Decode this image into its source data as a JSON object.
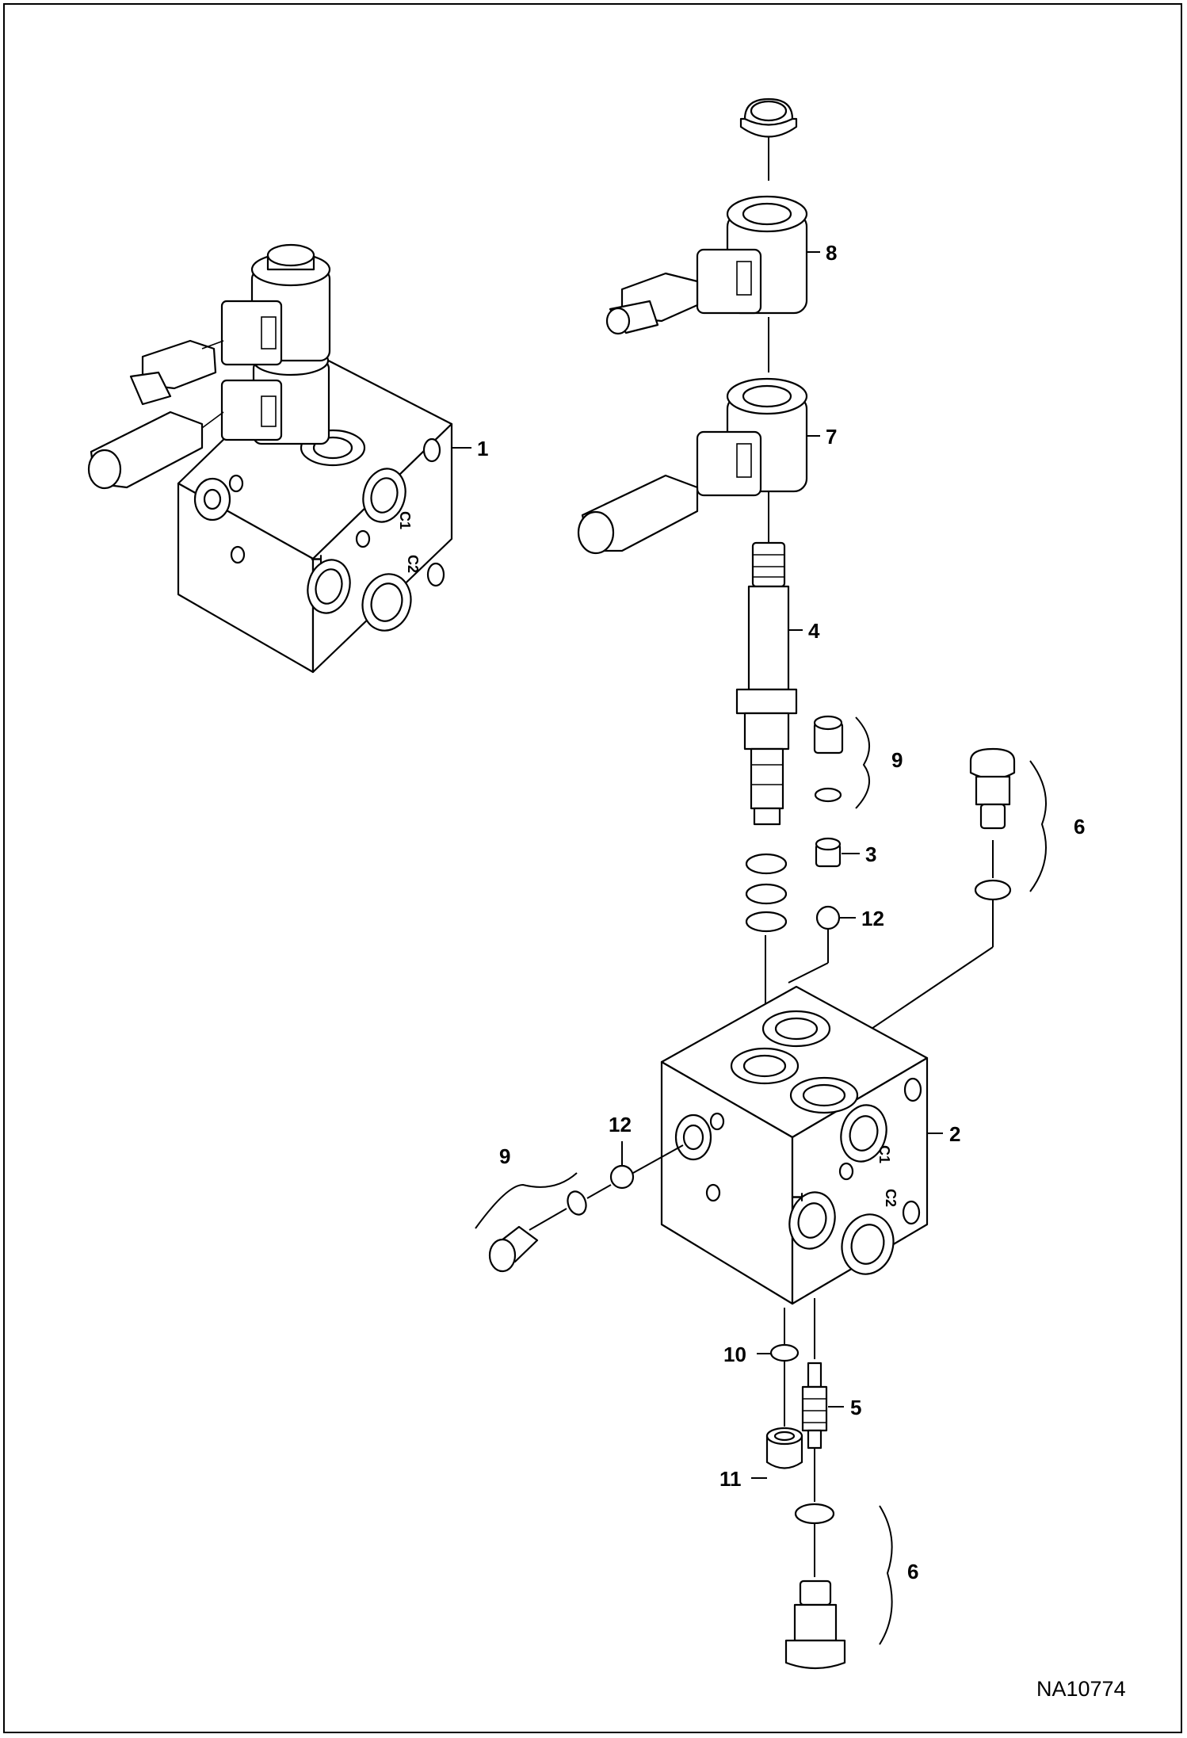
{
  "callouts": {
    "c1": "1",
    "c2": "2",
    "c3": "3",
    "c4": "4",
    "c5": "5",
    "c6a": "6",
    "c6b": "6",
    "c7": "7",
    "c8": "8",
    "c9a": "9",
    "c9b": "9",
    "c10": "10",
    "c11": "11",
    "c12a": "12",
    "c12b": "12"
  },
  "port_labels": {
    "c1_left": "C1",
    "c2_left": "C2",
    "t_left": "T",
    "c1_right": "C1",
    "c2_right": "C2",
    "t_right": "T"
  },
  "figure_id": "NA10774"
}
